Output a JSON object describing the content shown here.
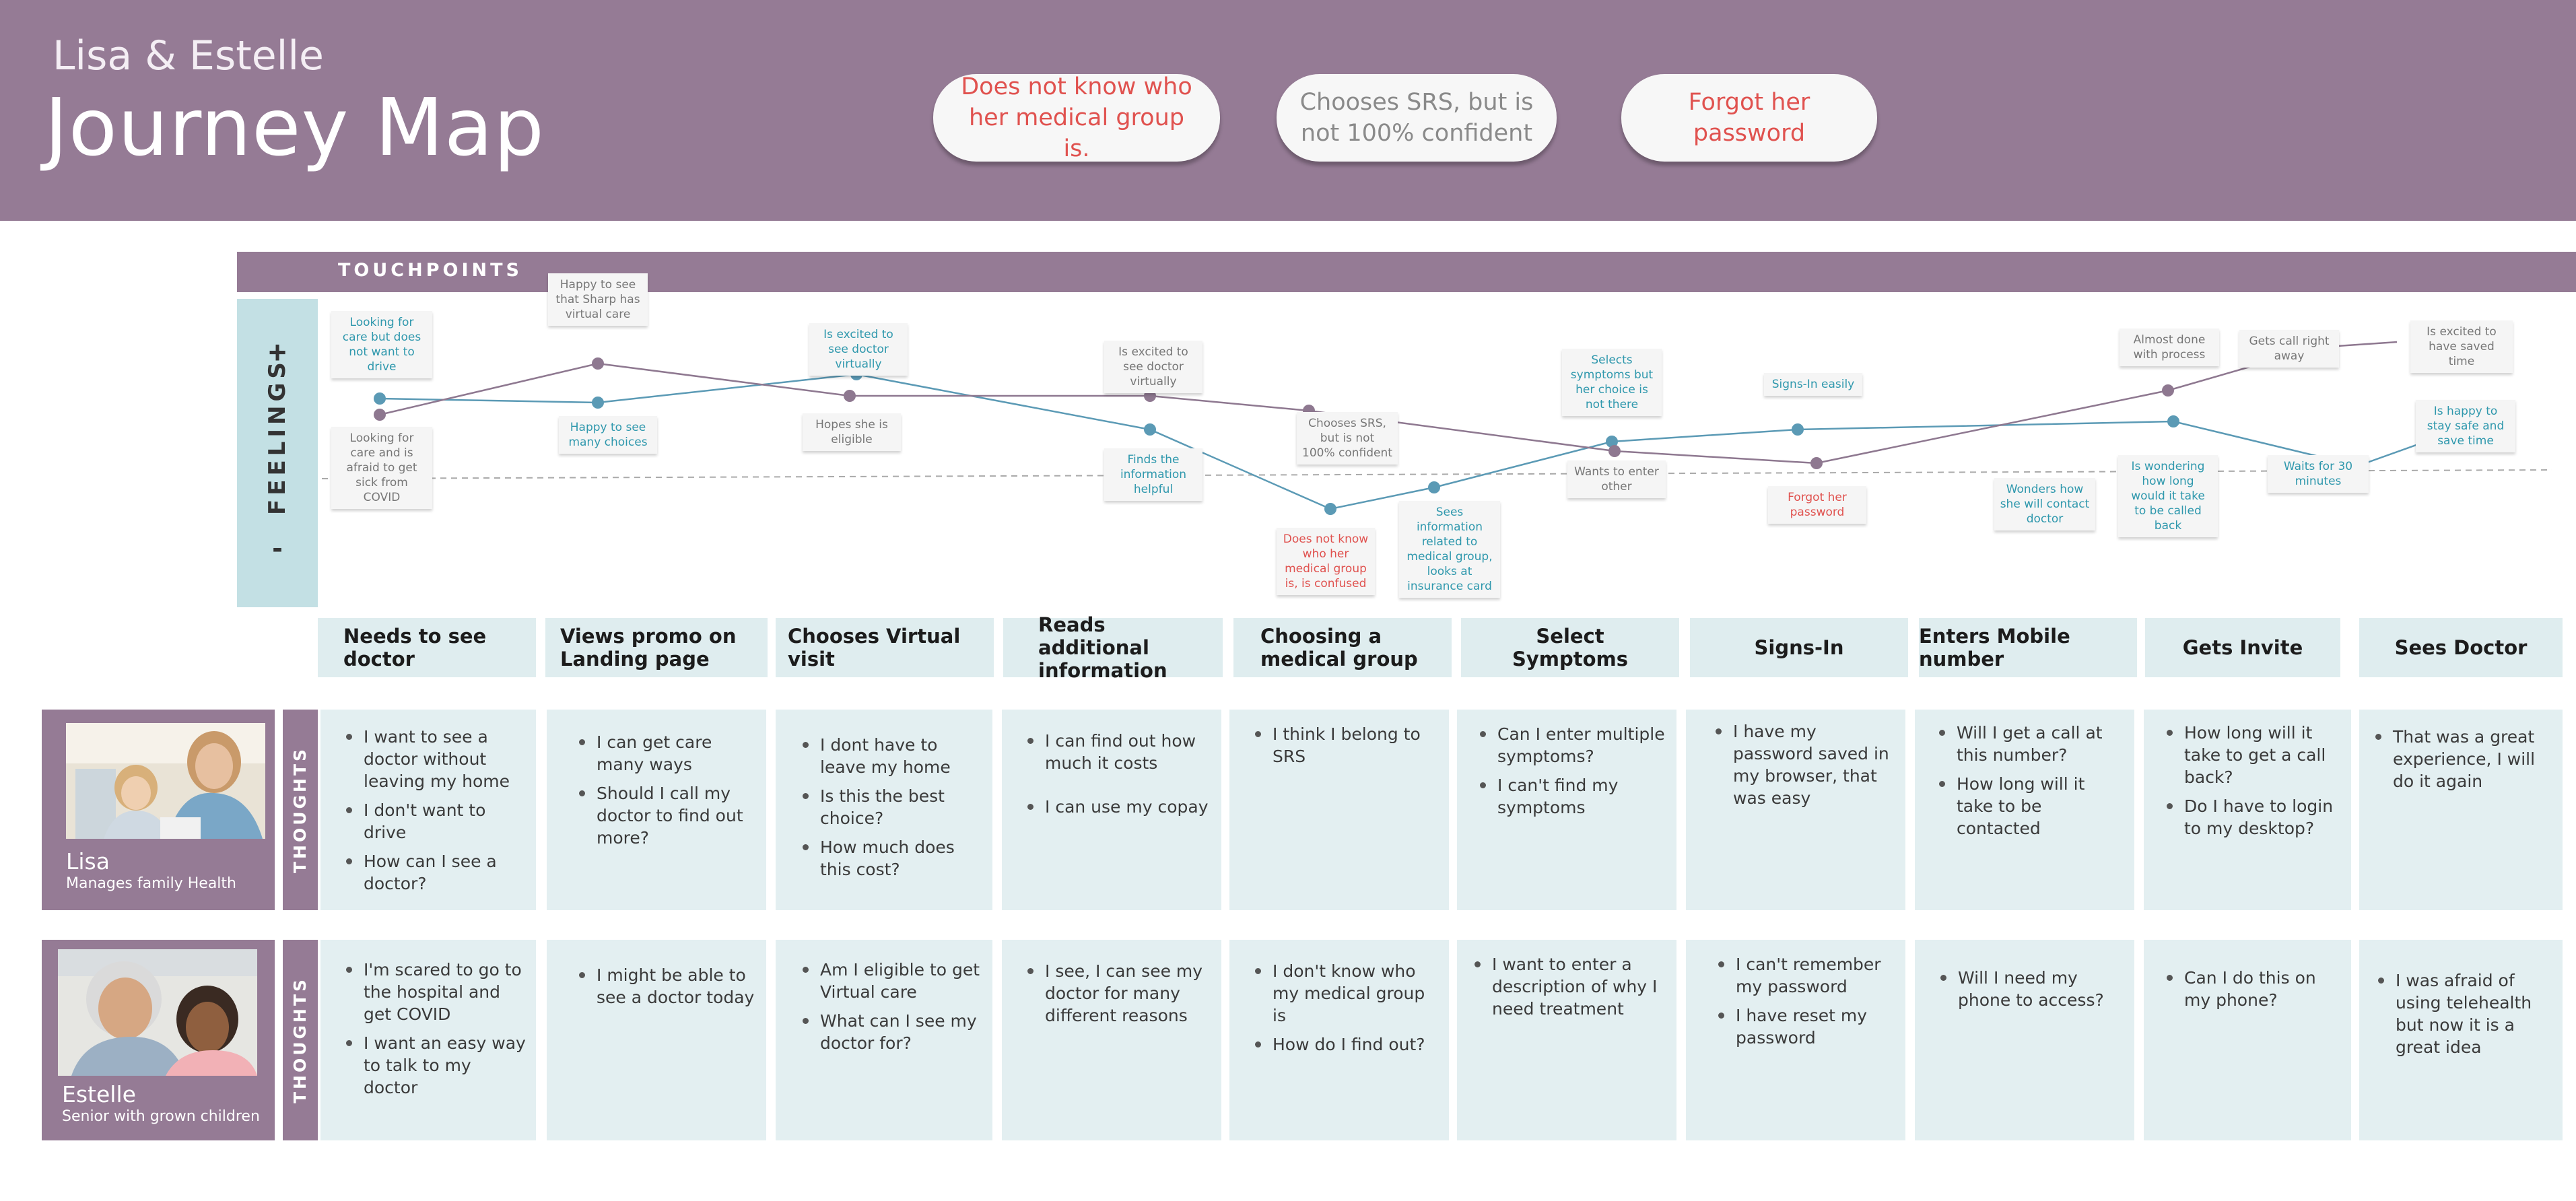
{
  "header": {
    "subtitle": "Lisa & Estelle",
    "title": "Journey Map",
    "pain_points": [
      {
        "text": "Does not know who her medical group is.",
        "color": "#e0524f"
      },
      {
        "text": "Chooses SRS, but is not 100% confident",
        "color": "#8a8a8a"
      },
      {
        "text": "Forgot her password",
        "color": "#e0524f"
      }
    ]
  },
  "touchpoints_label": "TOUCHPOINTS",
  "feelings": {
    "label": "FEELINGS",
    "plus": "+",
    "minus": "-",
    "colors": {
      "lisa": "#5b9ab5",
      "estelle": "#8e7890"
    },
    "lisa_notes": [
      "Looking for care but does not want to drive",
      "Happy to see many choices",
      "Is excited to see doctor virtually",
      "Finds the information helpful",
      "Does not know who her medical group is, is confused",
      "Sees information related to medical group, looks at insurance card",
      "Selects symptoms but her choice is not there",
      "Signs-In easily",
      "Wonders how she will contact doctor",
      "Is wondering how long would it take to be called back",
      "Waits for 30 minutes",
      "Is happy to stay safe and save time"
    ],
    "estelle_notes": [
      "Looking for care and is afraid to get sick from COVID",
      "Happy to see that Sharp has virtual care",
      "Hopes she is eligible",
      "Is excited to see doctor virtually",
      "Chooses SRS, but is not 100% confident",
      "Wants to enter other",
      "Forgot her password",
      "Almost done with process",
      "Gets call right away",
      "Is excited to have saved time"
    ]
  },
  "stages": [
    "Needs to see doctor",
    "Views promo on Landing page",
    "Chooses Virtual visit",
    "Reads additional information",
    "Choosing a medical group",
    "Select Symptoms",
    "Signs-In",
    "Enters Mobile number",
    "Gets Invite",
    "Sees Doctor"
  ],
  "personas": [
    {
      "name": "Lisa",
      "description": "Manages family Health",
      "row_label": "THOUGHTS",
      "thoughts": [
        [
          "I want to see a doctor without leaving my home",
          "I don't want to drive",
          "How can I see a doctor?"
        ],
        [
          "I can get care many ways",
          "Should I call my doctor to find out more?"
        ],
        [
          "I dont have to leave my home",
          "Is this the best choice?",
          "How much does this cost?"
        ],
        [
          "I can find out how much it costs",
          "I can use my copay"
        ],
        [
          "I think I belong to SRS"
        ],
        [
          "Can I enter multiple symptoms?",
          "I can't find my symptoms"
        ],
        [
          "I have my password saved in my browser, that was easy"
        ],
        [
          "Will I get a call at this number?",
          "How long will it take to be contacted"
        ],
        [
          "How long will it take to get a call back?",
          "Do I have to login to my desktop?"
        ],
        [
          "That was a great experience, I will do it again"
        ]
      ]
    },
    {
      "name": "Estelle",
      "description": "Senior with grown children",
      "row_label": "THOUGHTS",
      "thoughts": [
        [
          "I'm scared to go to the hospital and get COVID",
          "I want an easy way to talk to my doctor"
        ],
        [
          "I might be able to see a doctor today"
        ],
        [
          "Am I eligible to get Virtual care",
          "What can I see my doctor for?"
        ],
        [
          "I see, I can see my doctor for many different reasons"
        ],
        [
          "I don't know who my medical group is",
          "How do I find out?"
        ],
        [
          "I want to enter a description of why I need treatment"
        ],
        [
          "I can't remember my password",
          "I have reset my password"
        ],
        [
          "Will I need my phone to access?"
        ],
        [
          "Can I do this on my phone?"
        ],
        [
          "I was afraid of using telehealth but now it is a great idea"
        ]
      ]
    }
  ]
}
